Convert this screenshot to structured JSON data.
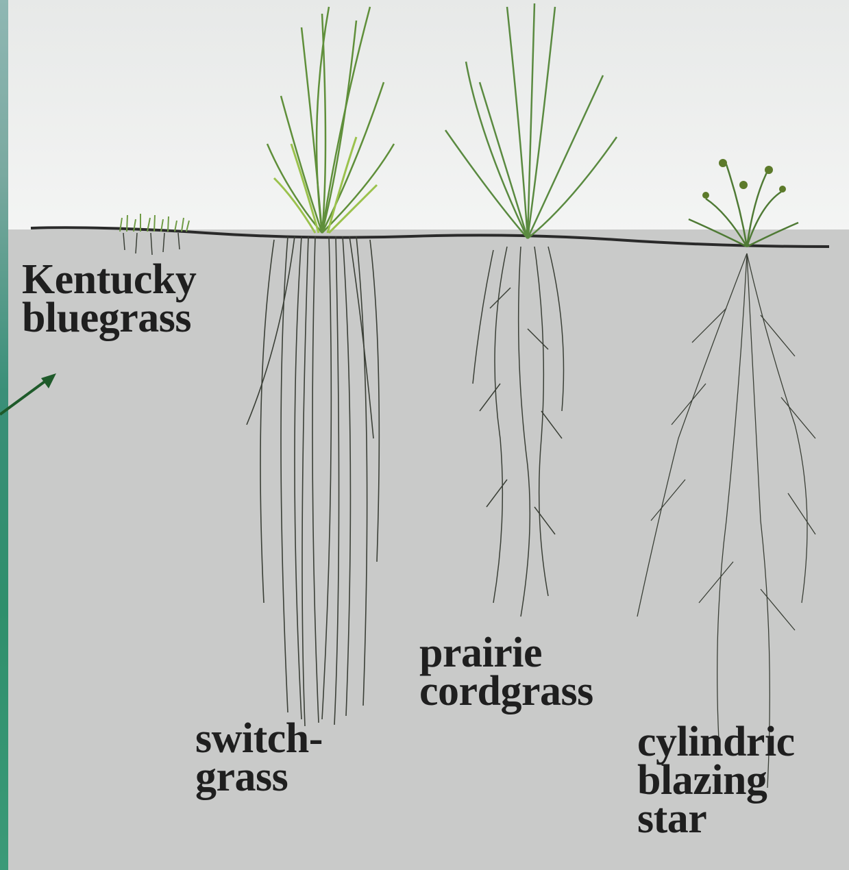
{
  "labels": {
    "kentucky_bluegrass": [
      "Kentucky",
      "bluegrass"
    ],
    "switchgrass": [
      "switch-",
      "grass"
    ],
    "prairie_cordgrass": [
      "prairie",
      "cordgrass"
    ],
    "cylindric_blazing_star": [
      "cylindric",
      "blazing",
      "star"
    ]
  },
  "colors": {
    "soil": "#c9cac9",
    "sky": "#f2f3f2",
    "root": "#3a3f36",
    "grass": "#5f8f3a",
    "arrow": "#1e5a2a",
    "left_strip": "#2f8f6c"
  }
}
